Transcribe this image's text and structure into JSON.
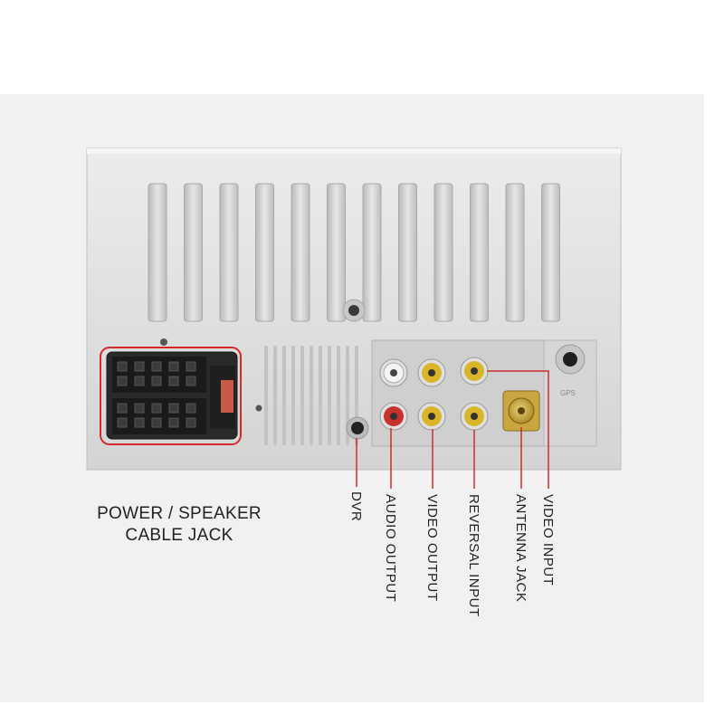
{
  "labels": {
    "power_line1": "POWER / SPEAKER",
    "power_line2": "CABLE JACK",
    "dvr": "DVR",
    "audio_output": "AUDIO OUTPUT",
    "video_output": "VIDEO OUTPUT",
    "reversal_input": "REVERSAL INPUT",
    "antenna_jack": "ANTENNA JACK",
    "video_input": "VIDEO INPUT"
  },
  "port_marks": {
    "gps": "GPS"
  },
  "colors": {
    "callout": "#d42a2a",
    "rca_yellow": "#d9b52a",
    "rca_red": "#c83030",
    "rca_white": "#f4f4f4",
    "antenna_gold": "#c9a640",
    "chassis": "#dcdcdc"
  }
}
